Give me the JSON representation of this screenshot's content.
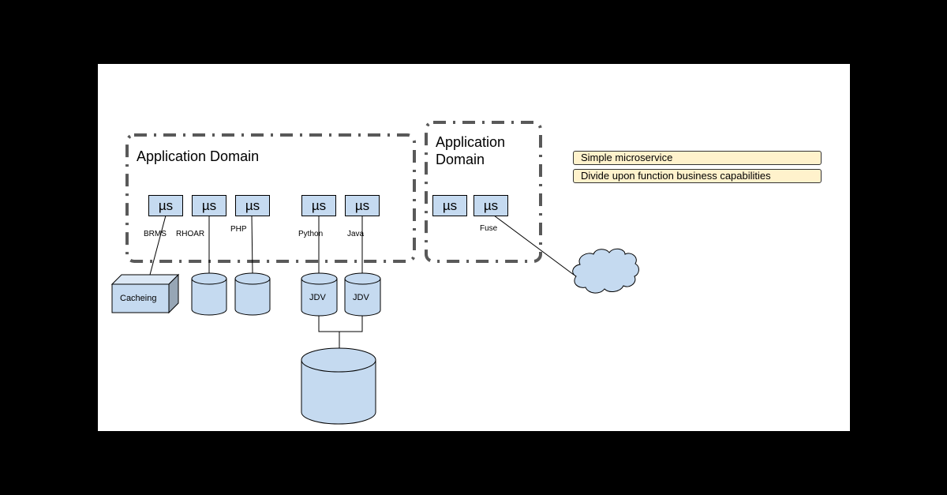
{
  "domains": [
    {
      "title": "Application Domain"
    },
    {
      "title_line1": "Application",
      "title_line2": "Domain"
    }
  ],
  "microservices": [
    {
      "symbol": "µs",
      "label": "BRMS"
    },
    {
      "symbol": "µs",
      "label": "RHOAR"
    },
    {
      "symbol": "µs",
      "label": "PHP"
    },
    {
      "symbol": "µs",
      "label": "Python"
    },
    {
      "symbol": "µs",
      "label": "Java"
    },
    {
      "symbol": "µs",
      "label": ""
    },
    {
      "symbol": "µs",
      "label": "Fuse"
    }
  ],
  "stores": {
    "cache_label": "Cacheing",
    "jdv_labels": [
      "JDV",
      "JDV"
    ]
  },
  "notes": [
    "Simple microservice",
    "Divide upon function business capabilities"
  ],
  "colors": {
    "box_fill": "#c5daf0",
    "note_fill": "#fff2cc",
    "domain_border": "#595959"
  },
  "icons": {
    "cloud": "cloud-icon",
    "database": "database-icon",
    "cube": "cube-icon"
  }
}
